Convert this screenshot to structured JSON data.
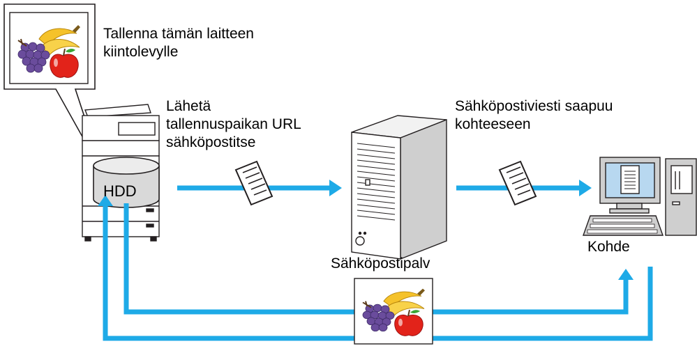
{
  "labels": {
    "save_to_hdd_line1": "Tallenna tämän laitteen",
    "save_to_hdd_line2": "kiintolevylle",
    "send_url_line1": "Lähetä",
    "send_url_line2": "tallennuspaikan URL",
    "send_url_line3": "sähköpostitse",
    "arrives_line1": "Sähköpostiviesti saapuu",
    "arrives_line2": "kohteeseen",
    "mail_server": "Sähköpostipalv",
    "destination": "Kohde",
    "hdd": "HDD"
  },
  "colors": {
    "arrow": "#1eaae7",
    "outline": "#231f20",
    "grape": "#6a4c9c",
    "banana": "#f5c22a",
    "apple": "#e2231a"
  },
  "icons": [
    "multifunction-printer-icon",
    "hdd-icon",
    "email-document-icon",
    "mail-server-icon",
    "computer-icon",
    "fruit-image-icon"
  ]
}
